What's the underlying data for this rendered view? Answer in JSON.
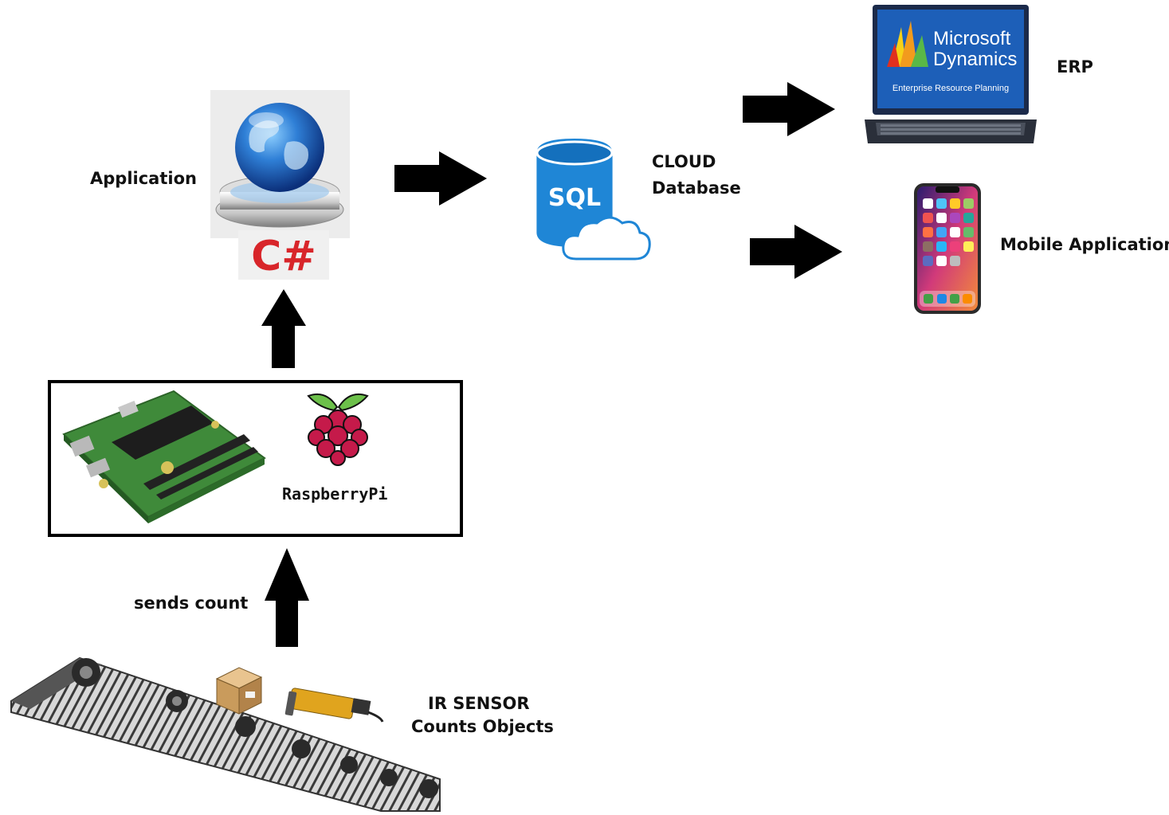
{
  "labels": {
    "application": "Application",
    "cloud_line1": "CLOUD",
    "cloud_line2": "Database",
    "erp": "ERP",
    "mobile": "Mobile Application",
    "sends_count": "sends count",
    "ir_line1": "IR SENSOR",
    "ir_line2": "Counts Objects"
  },
  "logos": {
    "csharp": "C#",
    "sql": "SQL",
    "raspberry": "RaspberryPi",
    "ms_line1": "Microsoft",
    "ms_line2": "Dynamics",
    "ms_line3": "Enterprise Resource Planning"
  },
  "icons": {
    "globe": "globe-icon",
    "sql": "sql-database-icon",
    "cloud": "cloud-icon",
    "laptop": "laptop-icon",
    "phone": "smartphone-icon",
    "raspberry": "raspberry-pi-logo-icon",
    "board": "circuit-board-icon",
    "conveyor": "conveyor-belt-icon",
    "box": "package-box-icon",
    "sensor": "ir-sensor-icon"
  },
  "colors": {
    "arrow": "#000000",
    "sql_blue": "#1f86d6",
    "csharp_red": "#d8252a",
    "board_green": "#3f8a3a",
    "raspberry_red": "#c51a4a",
    "leaf_green": "#6cc04a"
  }
}
